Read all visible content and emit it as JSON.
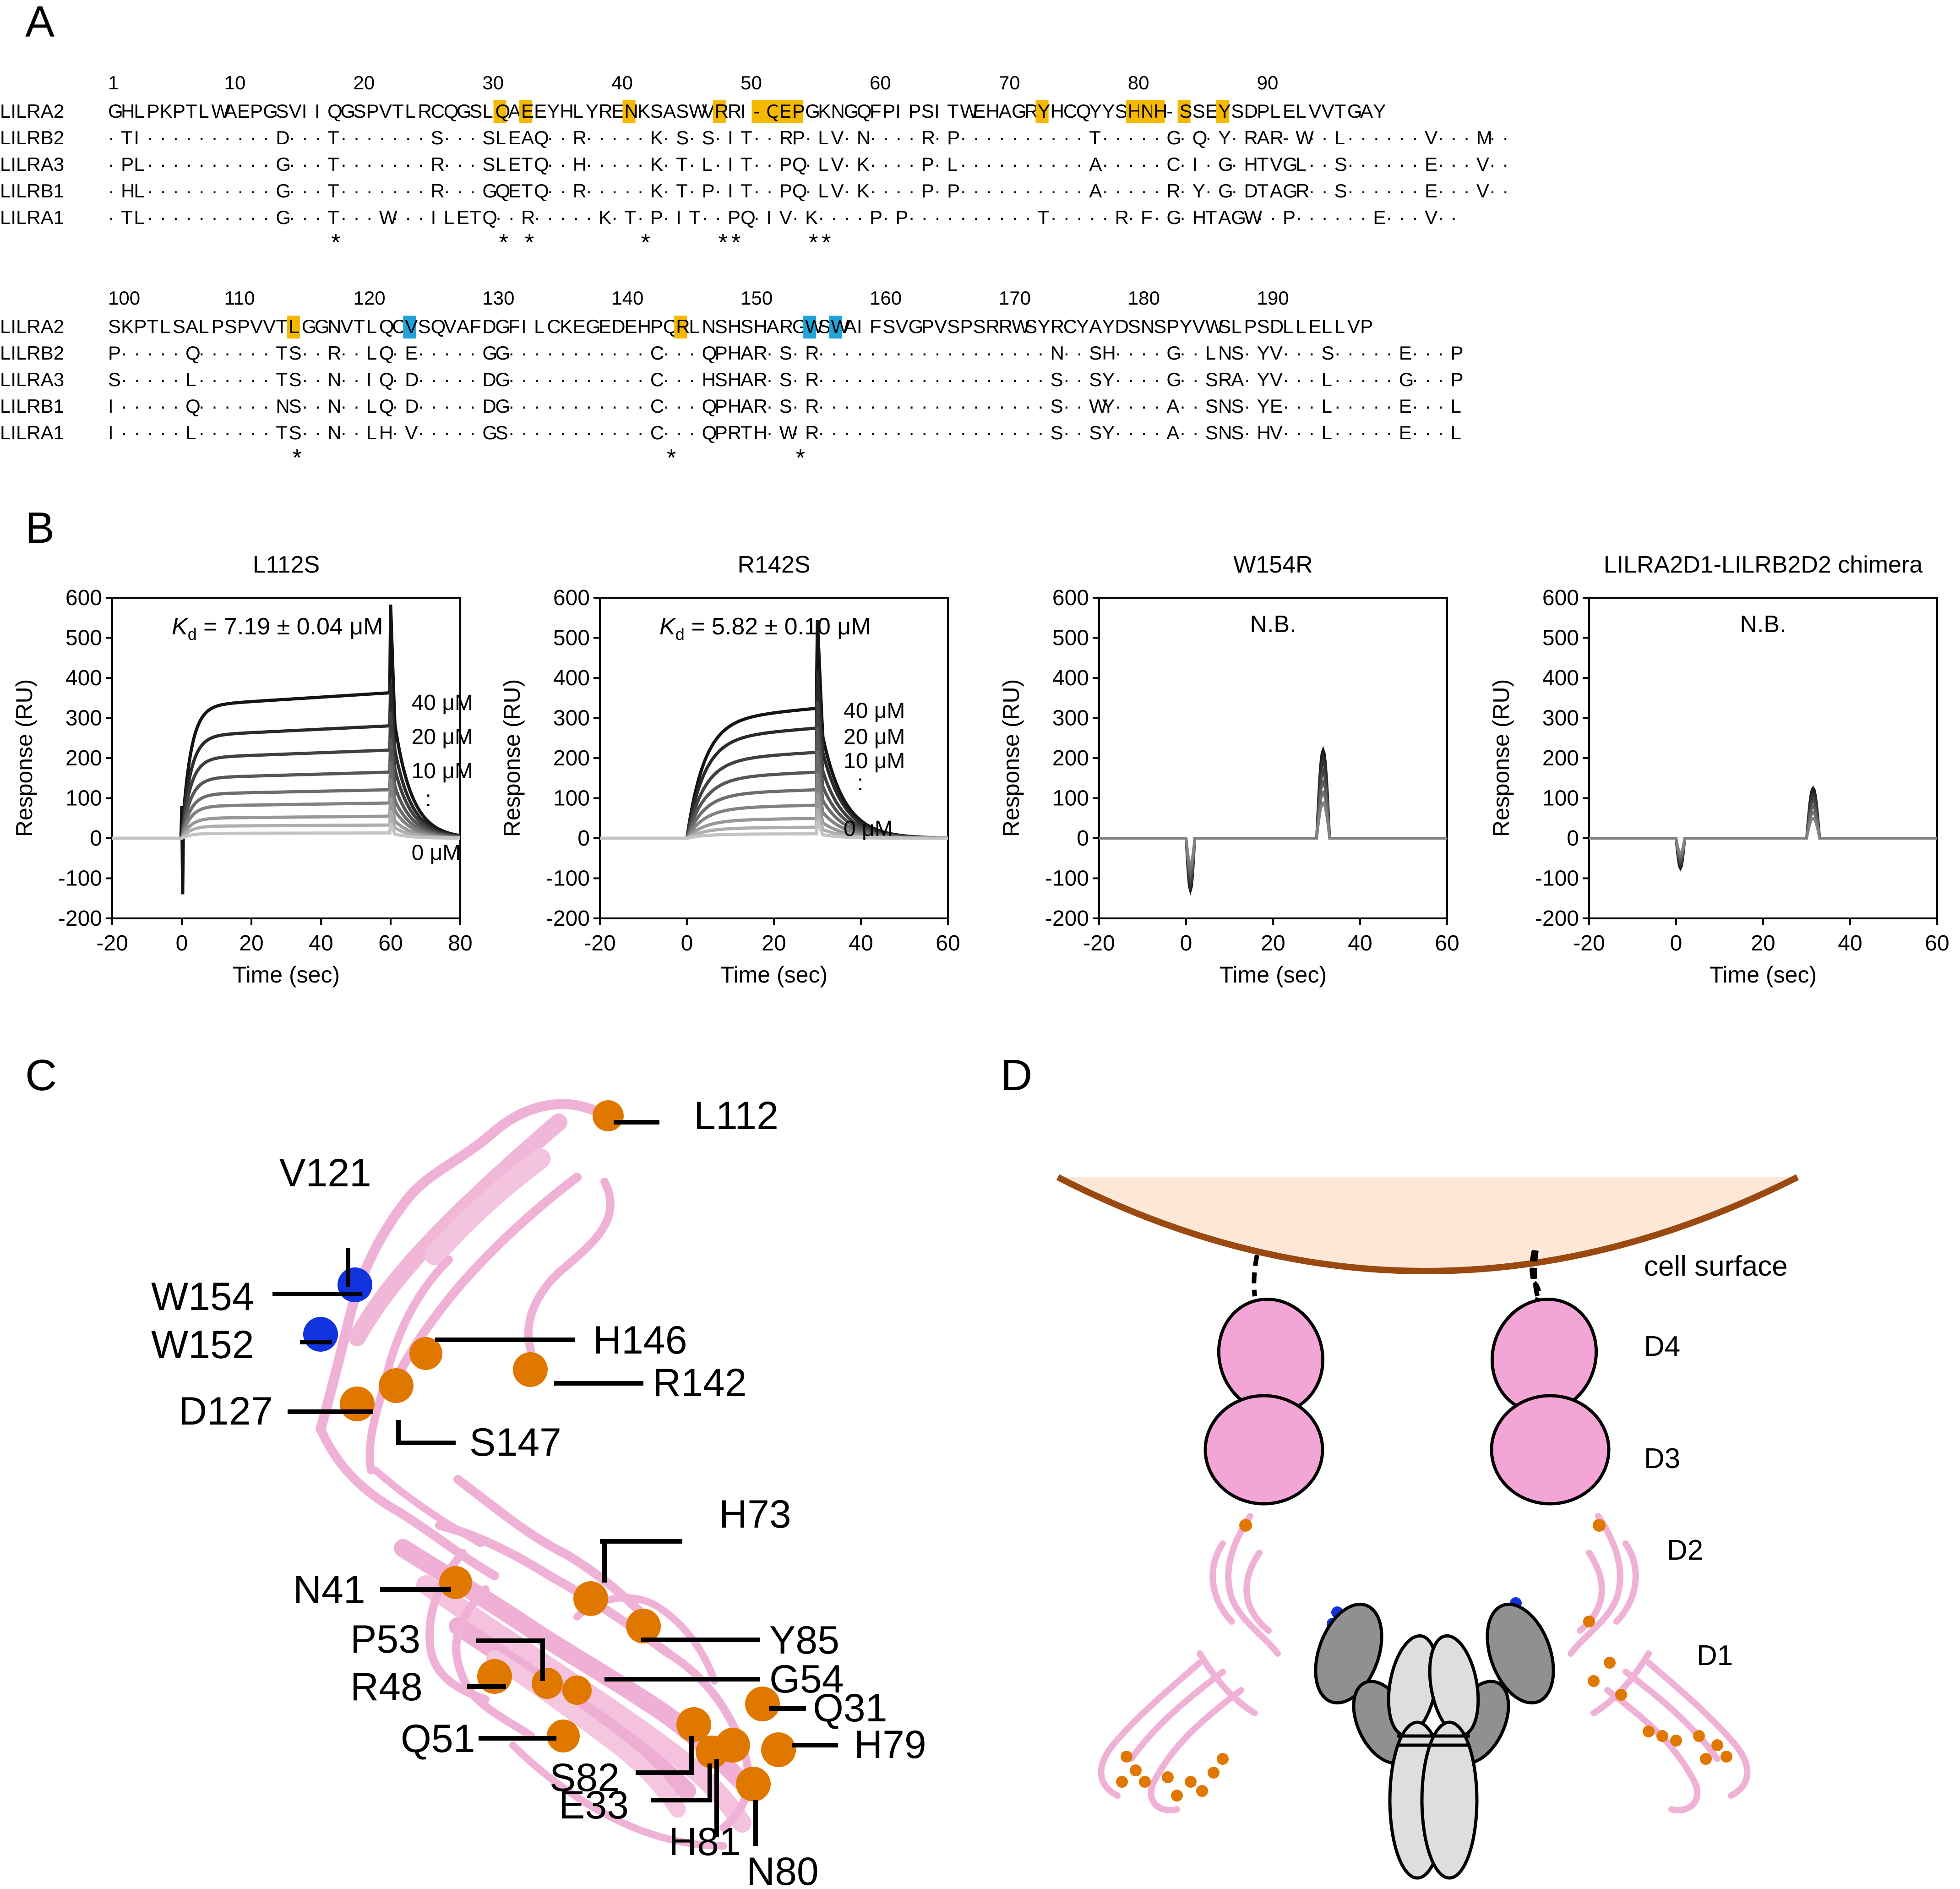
{
  "panels": {
    "a": "A",
    "b": "B",
    "c": "C",
    "d": "D"
  },
  "alignment": {
    "block1": {
      "numbers": [
        "1",
        "10",
        "20",
        "30",
        "40",
        "50",
        "60",
        "70",
        "80",
        "90"
      ],
      "rows": [
        {
          "name": "LILRA2",
          "seq": "GHLPKPTLWAEPGSVIIQGSPVTLRCQGSLQAEEYHLYRENKSASWVRRI-QEPGKNGQFPIPSITWEHAGRYHCQYYSHNH-SSEYSDPLELVVTGAY"
        },
        {
          "name": "LILRB2",
          "seq": "·TI··········D···T·······S···SLEAQ··R·····K·S·S·IT··RP·LV·N····R·P··········T·····G·Q·Y·RAR-W··L······V···M··"
        },
        {
          "name": "LILRA3",
          "seq": "·PL··········G···T·······R···SLETQ··H·····K·T·L·IT··PQ·LV·K····P·L··········A·····C·I·G·HTVGL··S······E···V··"
        },
        {
          "name": "LILRB1",
          "seq": "·HL··········G···T·······R···GQETQ··R·····K·T·P·IT··PQ·LV·K····P·P··········A·····R·Y·G·DTAGR··S······E···V··"
        },
        {
          "name": "LILRA1",
          "seq": "·TL··········G···T···W···ILETQ··R·····K·T·P·IT··PQ·IV·K····P·P··········T·····R·F·G·HTAGW··P······E···V··"
        }
      ],
      "conservation": "                 *            * *        *     **     **"
    },
    "block2": {
      "numbers": [
        "100",
        "110",
        "120",
        "130",
        "140",
        "150",
        "160",
        "170",
        "180",
        "190"
      ],
      "rows": [
        {
          "name": "LILRA2",
          "seq": "SKPTLSALPSPVVTLGGNVTLQCVSQVAFDGFILCKEGEDEHPQRLNSHSHARGWSWAIFSVGPVSPSRRWSYRCYAYDSNSPYVWSLPSDLLELLVP"
        },
        {
          "name": "LILRB2",
          "seq": "P·····Q······TS··R··LQ·E·····GG···········C···QPHAR·S·R··················N··SH····G··LNS·YV···S·····E···P"
        },
        {
          "name": "LILRA3",
          "seq": "S·····L······TS··N··IQ·D·····DG···········C···HSHAR·S·R··················S··SY····G··SRA·YV···L·····G···P"
        },
        {
          "name": "LILRB1",
          "seq": "I·····Q······NS··N··LQ·D·····DG···········C···QPHAR·S·R··················S··WY····A··SNS·YE···L·····E···L"
        },
        {
          "name": "LILRA1",
          "seq": "I·····L······TS··N··LH·V·····GS···········C···QPRTH·W·R··················S··SY····A··SNS·HV···L·····E···L"
        }
      ],
      "conservation": "              *                            *         *"
    }
  },
  "spr": [
    {
      "title": "L112S",
      "kd_label": "K",
      "kd_sub": "d",
      "kd_value": " = 7.19 ± 0.04 μM",
      "conc": [
        "40 μM",
        "20 μM",
        "10 μM",
        ":",
        "0 μM"
      ],
      "xmax": 80,
      "xticks": [
        "-20",
        "0",
        "20",
        "40",
        "60",
        "80"
      ]
    },
    {
      "title": "R142S",
      "kd_label": "K",
      "kd_sub": "d",
      "kd_value": " = 5.82 ± 0.10 μM",
      "conc": [
        "40 μM",
        "20 μM",
        "10 μM",
        ":",
        "0 μM"
      ],
      "xmax": 60,
      "xticks": [
        "-20",
        "0",
        "20",
        "40",
        "60"
      ]
    },
    {
      "title": "W154R",
      "nb": "N.B.",
      "xmax": 60,
      "xticks": [
        "-20",
        "0",
        "20",
        "40",
        "60"
      ]
    },
    {
      "title": "LILRA2D1-LILRB2D2 chimera",
      "nb": "N.B.",
      "xmax": 60,
      "xticks": [
        "-20",
        "0",
        "20",
        "40",
        "60"
      ]
    }
  ],
  "spr_axes": {
    "ylabel": "Response (RU)",
    "xlabel": "Time (sec)",
    "yticks": [
      "600",
      "500",
      "400",
      "300",
      "200",
      "100",
      "0",
      "-100",
      "-200"
    ]
  },
  "structure_labels": [
    "L112",
    "V121",
    "W154",
    "W152",
    "H146",
    "R142",
    "D127",
    "S147",
    "H73",
    "N41",
    "Y85",
    "P53",
    "G54",
    "R48",
    "Q31",
    "H79",
    "Q51",
    "S82",
    "E33",
    "H81",
    "N80"
  ],
  "model": {
    "cell_surface": "cell surface",
    "d4": "D4",
    "d3": "D3",
    "d2": "D2",
    "d1": "D1"
  },
  "colors": {
    "highlight_orange": "#f5b800",
    "highlight_blue": "#1fa3d9",
    "residue_orange": "#e07800",
    "residue_blue": "#1133dd",
    "protein_pink": "#f3a6d6",
    "cell": "#fde8d8",
    "cell_edge": "#9a4a10"
  }
}
